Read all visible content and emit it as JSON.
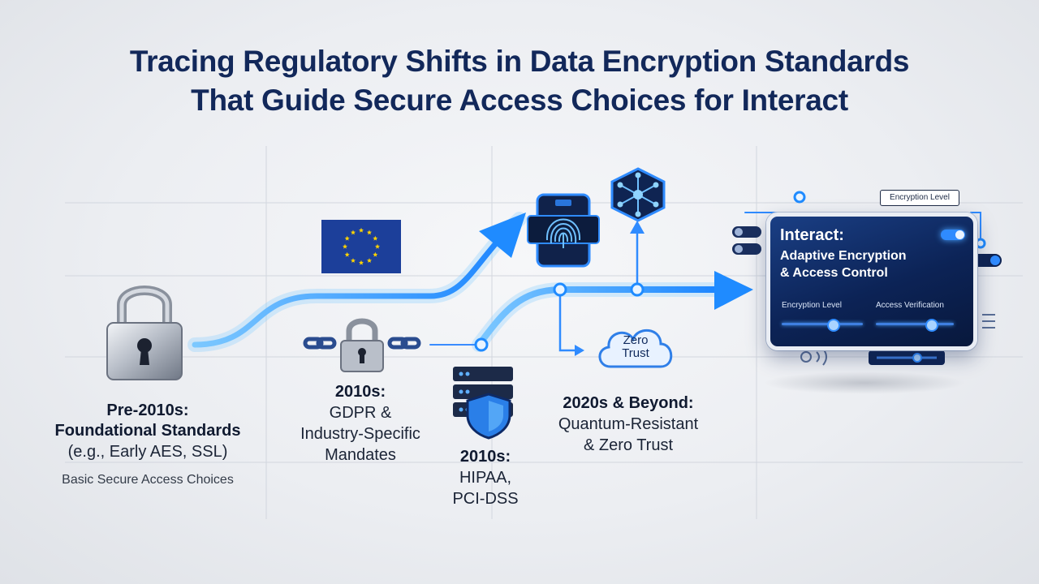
{
  "title": {
    "line1": "Tracing Regulatory Shifts in Data Encryption Standards",
    "line2": "That Guide Secure Access Choices for Interact"
  },
  "milestones": [
    {
      "heading": "Pre-2010s:",
      "line2": "Foundational Standards",
      "line3": "(e.g., Early AES, SSL)",
      "note": "Basic Secure Access Choices",
      "icon": "padlock-icon"
    },
    {
      "heading": "2010s:",
      "line2": "GDPR &",
      "line3": "Industry-Specific",
      "line4": "Mandates",
      "icons": [
        "eu-flag-icon",
        "chained-padlock-icon"
      ]
    },
    {
      "heading": "2010s:",
      "line2": "HIPAA,",
      "line3": "PCI-DSS",
      "icon": "server-shield-icon"
    },
    {
      "heading": "2020s & Beyond:",
      "line2": "Quantum-Resistant",
      "line3": "& Zero Trust",
      "icons": [
        "fingerprint-device-icon",
        "network-node-icon",
        "cloud-icon"
      ]
    }
  ],
  "zero_trust_cloud": {
    "line1": "Zero",
    "line2": "Trust"
  },
  "panel": {
    "title": "Interact:",
    "subtitle_line1": "Adaptive Encryption",
    "subtitle_line2": "& Access Control",
    "tag": "Encryption Level",
    "slider1_label": "Encryption Level",
    "slider2_label": "Access Verification",
    "slider1_value": 0.62,
    "slider2_value": 0.7
  },
  "colors": {
    "accent": "#1f8bff",
    "accent_glow": "#6fc0ff",
    "navy": "#12285a",
    "panel_bg": "#0c2356"
  }
}
